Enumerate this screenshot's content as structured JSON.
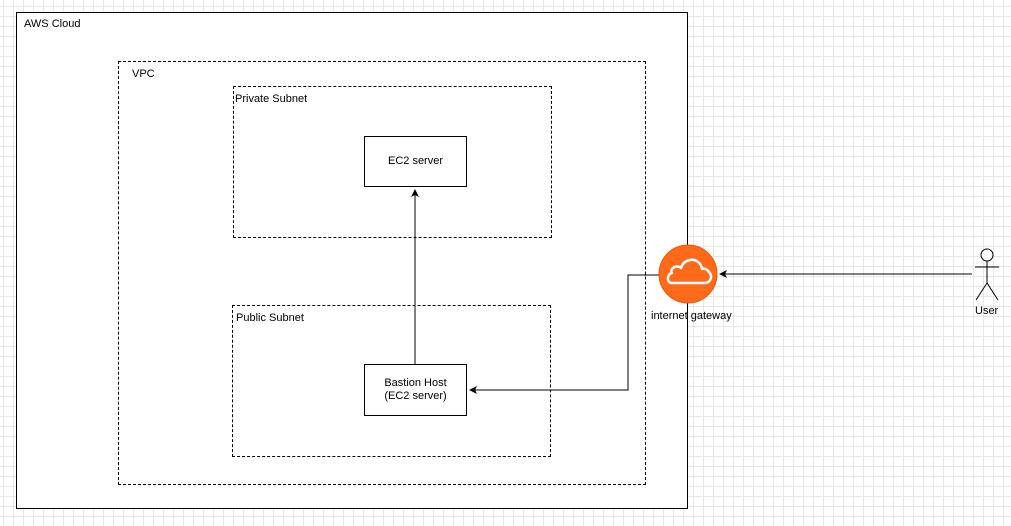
{
  "diagram": {
    "aws_cloud_label": "AWS Cloud",
    "vpc_label": "VPC",
    "private_subnet_label": "Private Subnet",
    "public_subnet_label": "Public Subnet",
    "ec2_server_label": "EC2 server",
    "bastion_host_label": "Bastion Host\n(EC2 server)",
    "internet_gateway_label": "internet gateway",
    "user_label": "User"
  },
  "colors": {
    "gateway_fill": "#FF6A1A",
    "gateway_outline": "#E25A0E",
    "line": "#000000"
  },
  "icons": {
    "gateway": "cloud-icon",
    "user": "stick-figure-icon"
  }
}
